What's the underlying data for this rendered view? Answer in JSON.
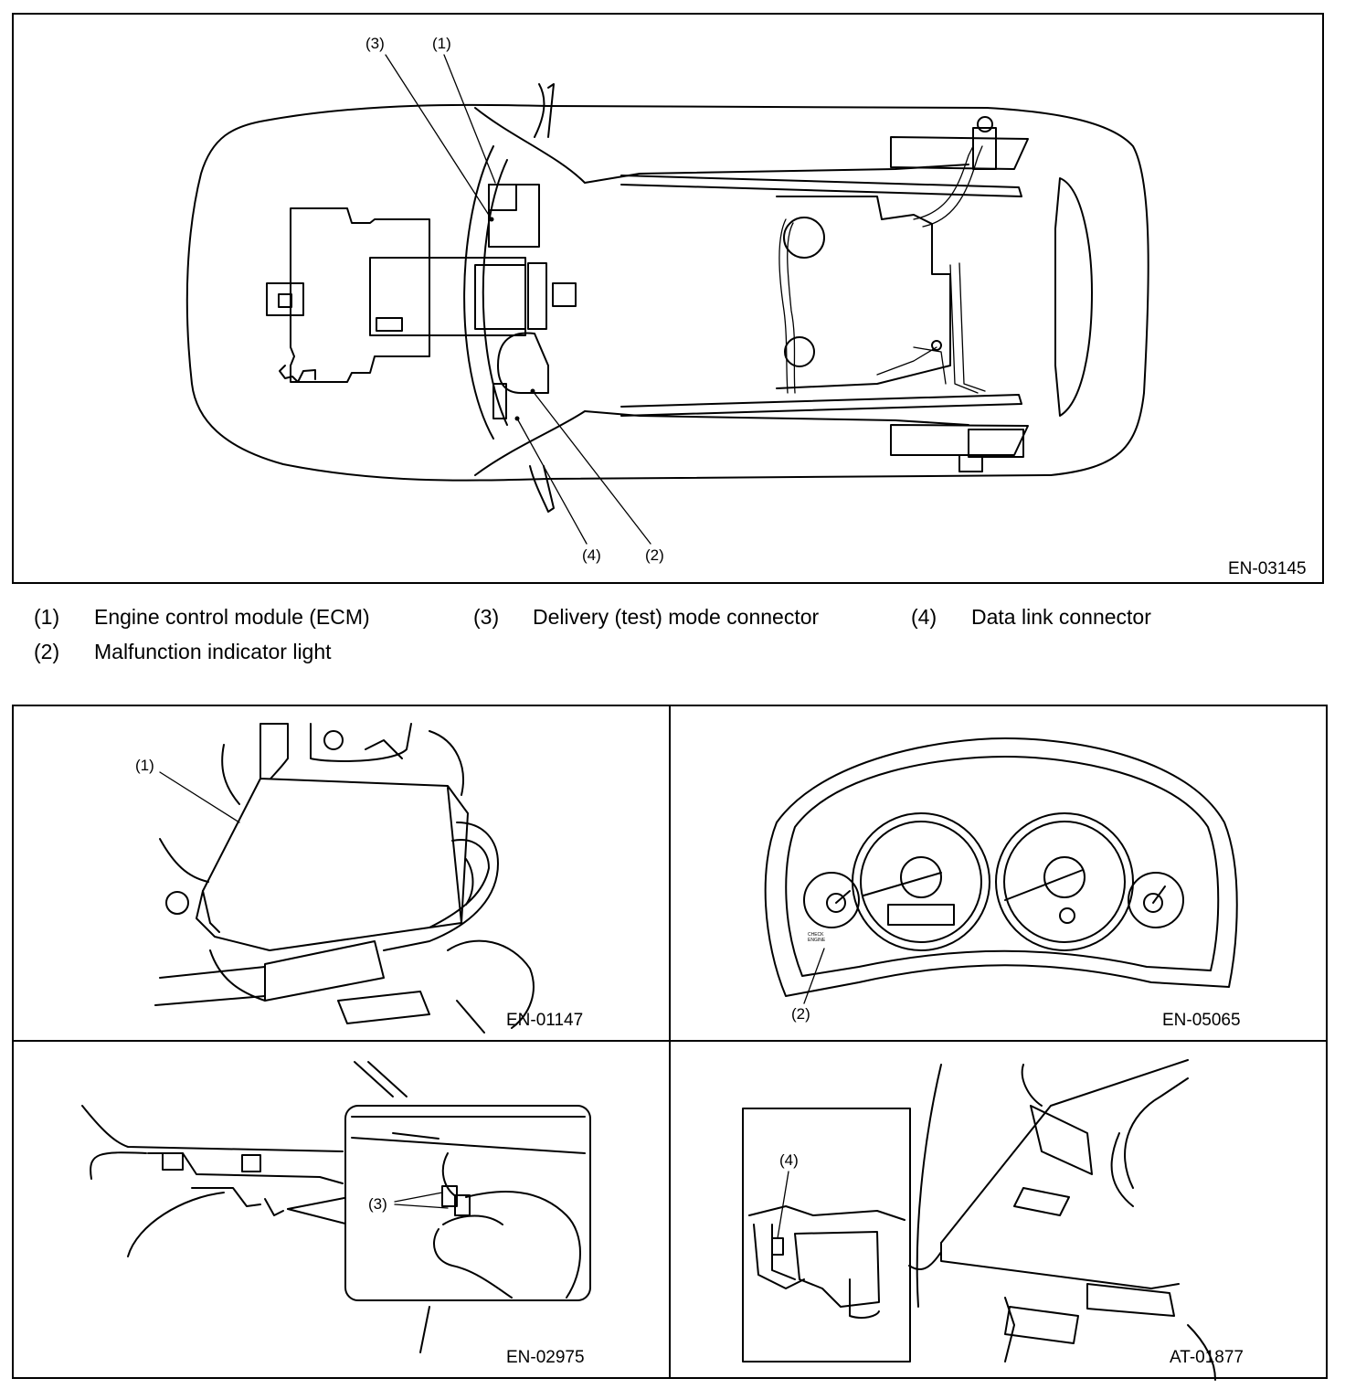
{
  "main_figure": {
    "code": "EN-03145",
    "callouts": [
      "(3)",
      "(1)",
      "(4)",
      "(2)"
    ]
  },
  "legend": [
    {
      "num": "(1)",
      "text": "Engine control module (ECM)"
    },
    {
      "num": "(3)",
      "text": "Delivery (test) mode connector"
    },
    {
      "num": "(4)",
      "text": "Data link connector"
    },
    {
      "num": "(2)",
      "text": "Malfunction indicator light"
    }
  ],
  "panels": [
    {
      "code": "EN-01147",
      "callout": "(1)"
    },
    {
      "code": "EN-05065",
      "callout": "(2)",
      "warning_text": "CHECK ENGINE"
    },
    {
      "code": "EN-02975",
      "callout": "(3)"
    },
    {
      "code": "AT-01877",
      "callout": "(4)"
    }
  ]
}
